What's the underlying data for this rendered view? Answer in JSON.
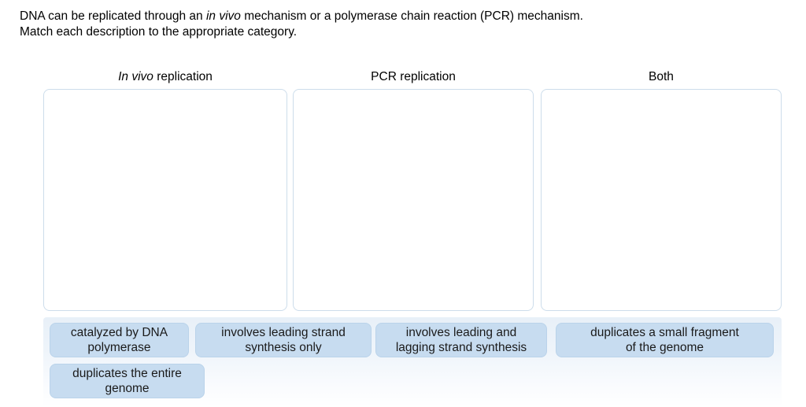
{
  "instructions": {
    "line1_pre": "DNA can be replicated through an ",
    "line1_italic": "in vivo",
    "line1_post": " mechanism or a polymerase chain reaction (PCR) mechanism.",
    "line2": "Match each description to the appropriate category."
  },
  "columns": [
    {
      "title_italic": "In vivo",
      "title_rest": " replication"
    },
    {
      "title": "PCR replication"
    },
    {
      "title": "Both"
    }
  ],
  "chips": [
    {
      "label": "catalyzed by DNA\npolymerase"
    },
    {
      "label": "involves leading strand\nsynthesis only"
    },
    {
      "label": "involves leading and\nlagging strand synthesis"
    },
    {
      "label": "duplicates a small fragment\nof the genome"
    },
    {
      "label": "duplicates the entire\ngenome"
    }
  ],
  "colors": {
    "chip_background": "#c7dcf0",
    "chip_border": "#bad3ea",
    "dropzone_border": "#cdddeb",
    "tray_background_top": "#e8f0f8",
    "text": "#000000"
  }
}
